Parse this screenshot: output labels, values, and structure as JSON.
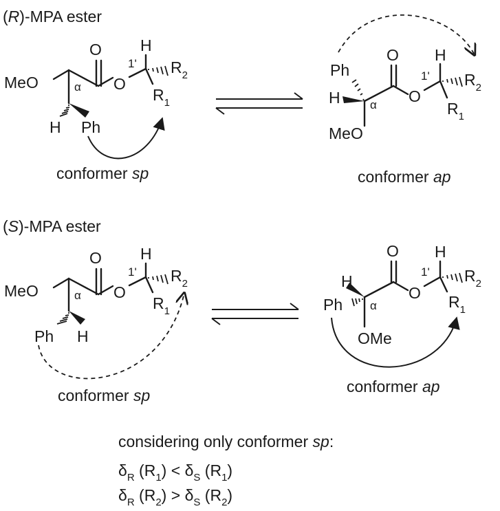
{
  "sections": {
    "r_ester": {
      "prefix": "(",
      "config": "R",
      "suffix": ")-MPA ester"
    },
    "s_ester": {
      "prefix": "(",
      "config": "S",
      "suffix": ")-MPA ester"
    }
  },
  "atoms": {
    "meo": "MeO",
    "ome": "OMe",
    "o": "O",
    "h": "H",
    "ph": "Ph",
    "alpha": "α",
    "one_prime": "1'",
    "r": "R",
    "sub1": "1",
    "sub2": "2"
  },
  "captions": {
    "conformer_word": "conformer ",
    "sp": "sp",
    "ap": "ap"
  },
  "summary": {
    "line1_text": "considering only conformer ",
    "line1_ital": "sp",
    "line1_end": ":",
    "delta": "δ",
    "sub_r": "R",
    "sub_s": "S",
    "open_r1": " (R",
    "open_r2": " (R",
    "close": ")",
    "lt": " < ",
    "gt": " > "
  }
}
